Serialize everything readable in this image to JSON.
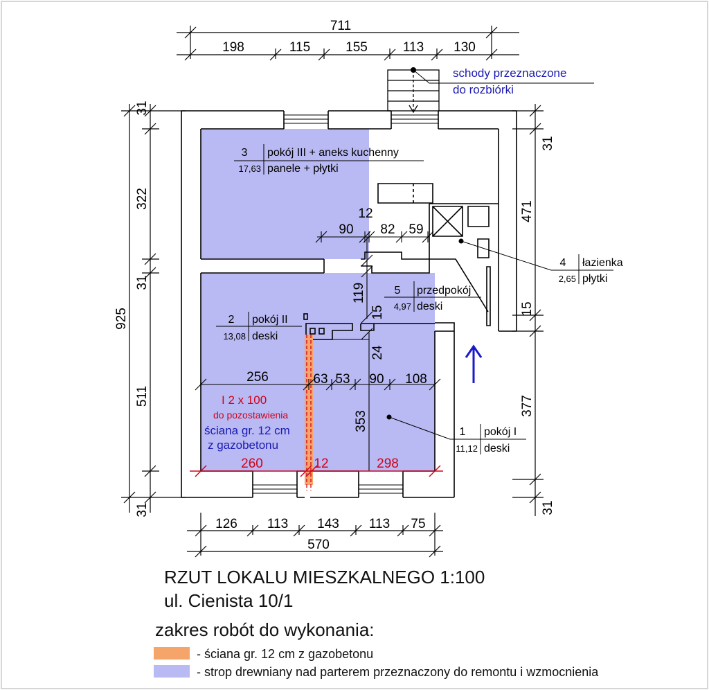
{
  "title": {
    "line1": "RZUT LOKALU MIESZKALNEGO 1:100",
    "line2": "ul. Cienista 10/1"
  },
  "legend": {
    "heading": "zakres robót do wykonania:",
    "items": [
      {
        "color": "#f5a46a",
        "label": "- ściana gr. 12 cm z gazobetonu"
      },
      {
        "color": "#b9b9f3",
        "label": "- strop drewniany nad parterem  przeznaczony do remontu i wzmocnienia"
      }
    ]
  },
  "dims": {
    "top_total": "711",
    "top": [
      "198",
      "115",
      "155",
      "113",
      "130"
    ],
    "bottom": [
      "126",
      "113",
      "143",
      "113",
      "75"
    ],
    "bottom_total": "570",
    "left_total": "925",
    "left": [
      "31",
      "322",
      "31",
      "511",
      "31"
    ],
    "right": [
      "31",
      "471",
      "15",
      "377",
      "31"
    ],
    "inner_row1": [
      "90",
      "82",
      "59"
    ],
    "inner_12": "12",
    "inner_119": "119",
    "inner_15": "15",
    "inner_24": "24",
    "inner_256": "256",
    "inner_row2": [
      "63",
      "53",
      "90",
      "108"
    ],
    "inner_353": "353",
    "red_row": [
      "260",
      "12",
      "298"
    ]
  },
  "rooms": {
    "r3": {
      "num": "3",
      "name": "pokój III + aneks kuchenny",
      "area": "17,63",
      "finish": "panele + płytki"
    },
    "r2": {
      "num": "2",
      "name": "pokój II",
      "area": "13,08",
      "finish": "deski"
    },
    "r5": {
      "num": "5",
      "name": "przedpokój",
      "area": "4,97",
      "finish": "deski"
    },
    "r4": {
      "num": "4",
      "name": "łazienka",
      "area": "2,65",
      "finish": "płytki"
    },
    "r1": {
      "num": "1",
      "name": "pokój I",
      "area": "11,12",
      "finish": "deski"
    }
  },
  "notes": {
    "stairs": [
      "schody przeznaczone",
      "do rozbiórki"
    ],
    "beam": "I 2 x 100",
    "beam_sub": "do pozostawienia",
    "wall": [
      "ściana gr. 12 cm",
      "z gazobetonu"
    ]
  },
  "colors": {
    "floor_fill": "#b9b9f3",
    "wall_fill": "#f5a46a",
    "arrow": "#1a1acc",
    "red": "#d0021b"
  }
}
